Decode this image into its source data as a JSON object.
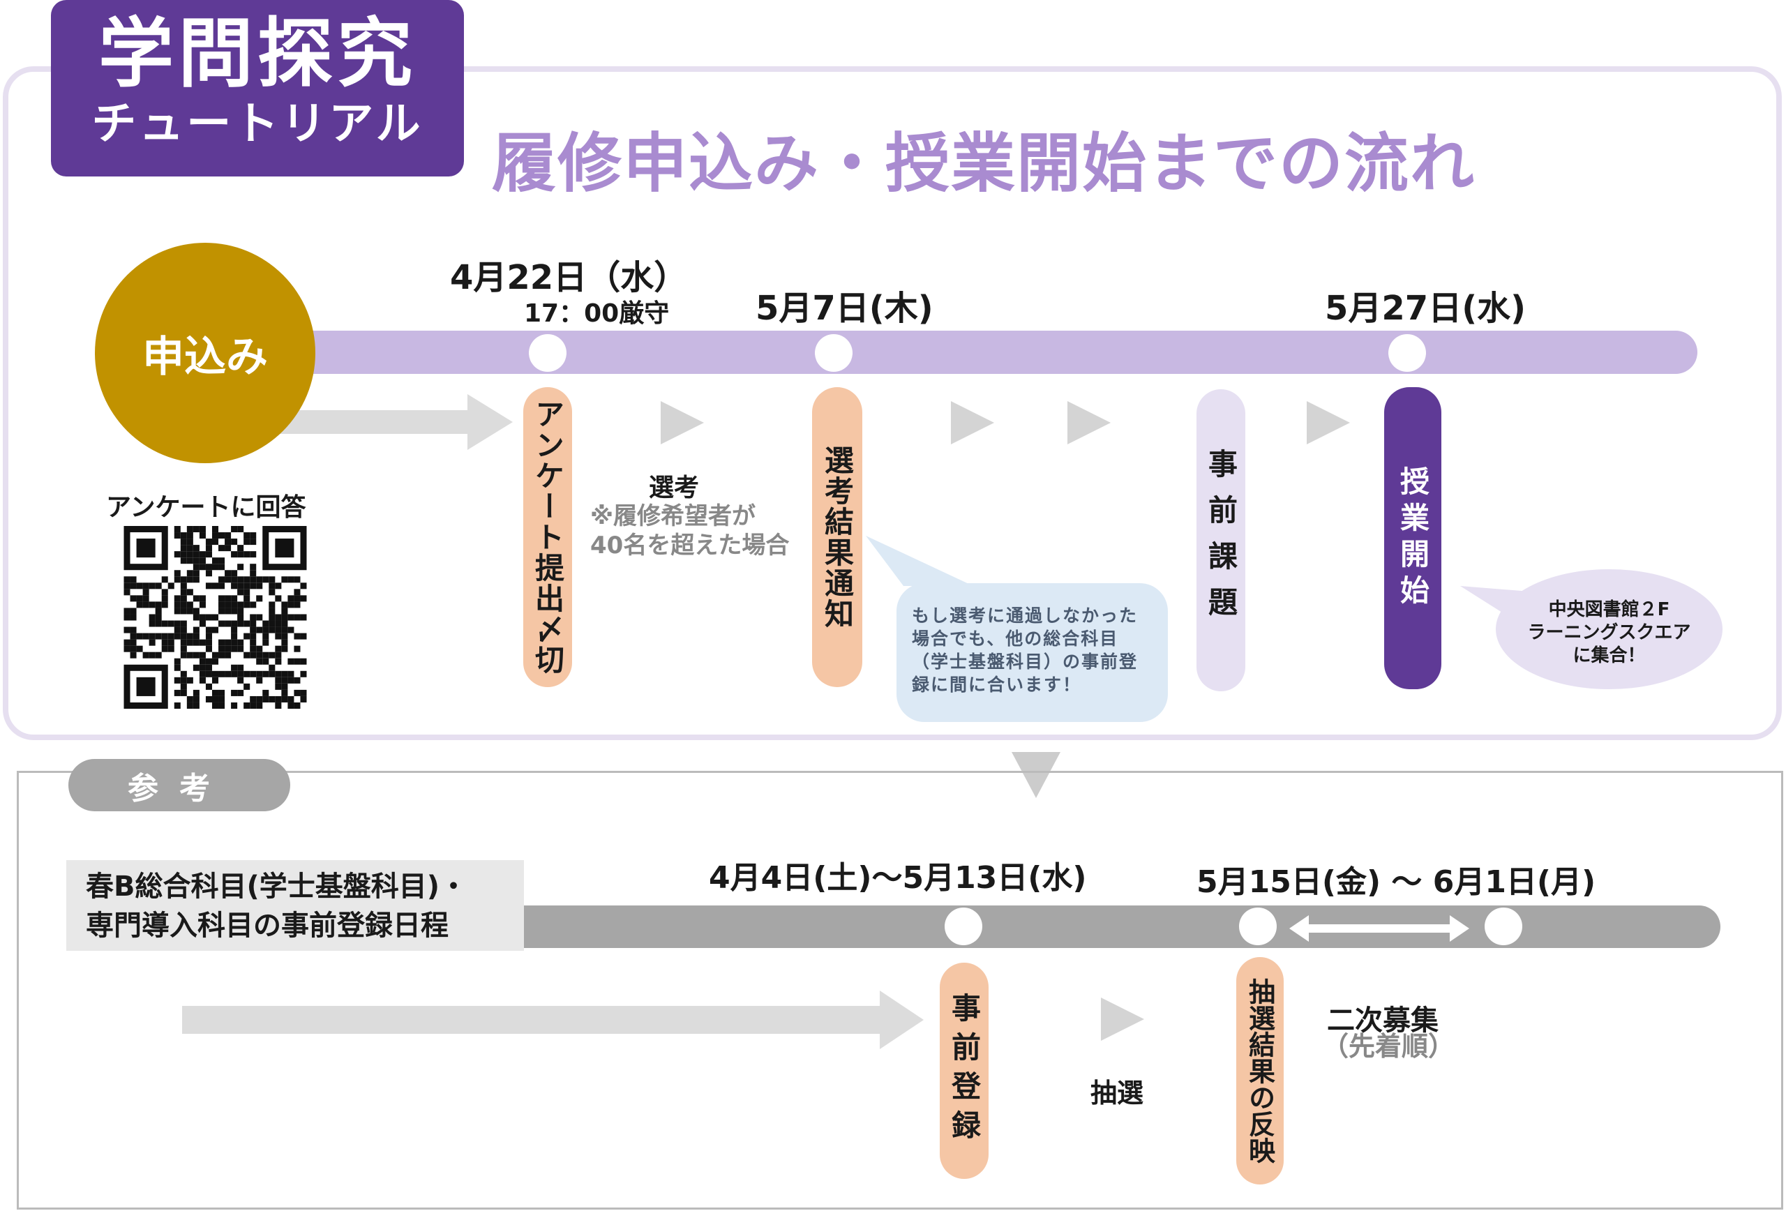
{
  "badge": {
    "line1": "学問探究",
    "line2": "チュートリアル"
  },
  "headline": "履修申込み・授業開始までの流れ",
  "colors": {
    "purple": "#5f3a96",
    "lavender": "#c8b8e2",
    "gold": "#c19200",
    "peach": "#f5c6a5",
    "gray": "#a6a6a6"
  },
  "flow": {
    "start": "申込み",
    "qr_label": "アンケートに回答",
    "date1": "4月22日（水）",
    "time1": "17：00厳守",
    "date2": "5月7日(木)",
    "date3": "5月27日(水)",
    "step1": "アンケート提出〆切",
    "selection": "選考",
    "selection_note1": "※履修希望者が",
    "selection_note2": "40名を超えた場合",
    "step2": "選考結果通知",
    "bubble": "もし選考に通過しなかった場合でも、他の総合科目（学士基盤科目）の事前登録に間に合います！",
    "step3": "事前課題",
    "step4": "授業開始",
    "place1": "中央図書館２F",
    "place2": "ラーニングスクエア",
    "place3": "に集合！"
  },
  "reference": {
    "tag": "参考",
    "label1": "春B総合科目(学士基盤科目)・",
    "label2": "専門導入科目の事前登録日程",
    "date1": "4月4日(土)～5月13日(水)",
    "date2": "5月15日(金) ～ 6月1日(月)",
    "step1": "事前登録",
    "lottery": "抽選",
    "step2": "抽選結果の反映",
    "second": "二次募集",
    "second_note": "（先着順）"
  }
}
